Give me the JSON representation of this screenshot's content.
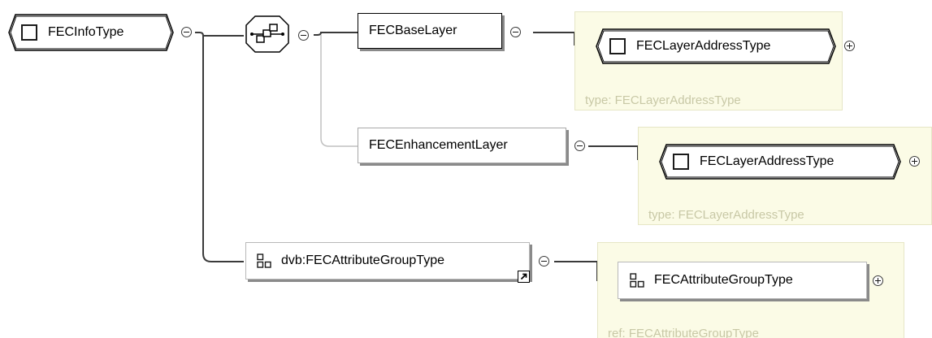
{
  "diagram": {
    "root": {
      "label": "FECInfoType",
      "icon": "complex-type-box-icon"
    },
    "compositor": {
      "kind": "sequence",
      "icon": "sequence-compositor-icon"
    },
    "elements": [
      {
        "label": "FECBaseLayer",
        "optional": false,
        "type_node": "FECLayerAddressType",
        "type_caption": "type: FECLayerAddressType"
      },
      {
        "label": "FECEnhancementLayer",
        "optional": true,
        "type_node": "FECLayerAddressType",
        "type_caption": "type: FECLayerAddressType"
      }
    ],
    "attribute_group": {
      "label": "dvb:FECAttributeGroupType",
      "icon": "attribute-group-icon",
      "ref_node": "FECAttributeGroupType",
      "ref_caption": "ref: FECAttributeGroupType"
    },
    "icons": {
      "collapse": "minus-circle-icon",
      "expand": "plus-circle-icon",
      "reference": "reference-arrow-icon"
    },
    "colors": {
      "panel_background": "#fbfbe6",
      "panel_border": "#e6e6c6",
      "caption_text": "#c8c8a6",
      "node_border": "#000000",
      "optional_border": "#a8a8a8",
      "node_shadow": "#8a8a8a",
      "connector": "#3a3a3a",
      "optional_connector": "#c0c0c0"
    }
  }
}
